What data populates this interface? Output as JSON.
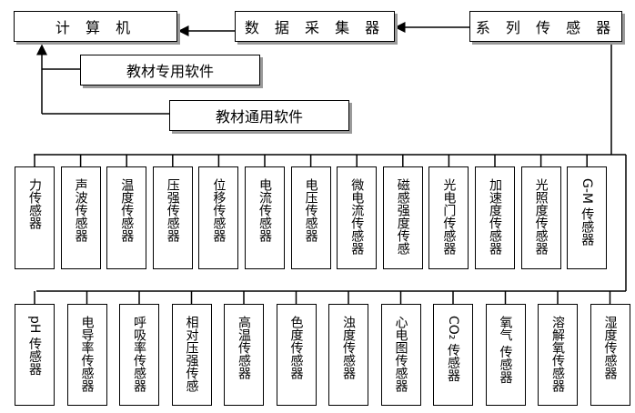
{
  "top": {
    "computer": "计 算 机",
    "collector": "数 据 采 集 器",
    "series": "系 列 传 感 器"
  },
  "software": {
    "special": "教材专用软件",
    "general": "教材通用软件"
  },
  "row1": [
    "力传感器",
    "声波传感器",
    "温度传感器",
    "压强传感器",
    "位移传感器",
    "电流传感器",
    "电压传感器",
    "微电流传感器",
    "磁感强度传感",
    "光电门传感器",
    "加速度传感器",
    "光照度传感器",
    "G-M 传感器"
  ],
  "row2": [
    "pH 传感器",
    "电导率传感器",
    "呼吸率传感器",
    "相对压强传感",
    "高温传感器",
    "色度传感器",
    "浊度传感器",
    "心电图传感器",
    "CO₂ 传感器",
    "氧气 传感器",
    "溶解氧传感器",
    "湿度传感器"
  ]
}
